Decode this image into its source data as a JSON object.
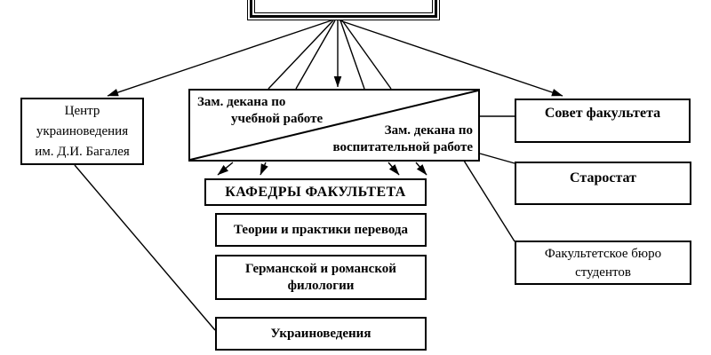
{
  "nodes": {
    "centre": {
      "lines": [
        "Центр",
        "украиноведения",
        "им. Д.И. Багалея"
      ]
    },
    "deputy_study": {
      "lines": [
        "Зам. декана по",
        "учебной работе"
      ]
    },
    "deputy_upbringing": {
      "lines": [
        "Зам. декана по",
        "воспитательной работе"
      ]
    },
    "departments_header": {
      "label": "КАФЕДРЫ ФАКУЛЬТЕТА"
    },
    "dept_translation": {
      "label": "Теории и практики перевода"
    },
    "dept_german_romance": {
      "lines": [
        "Германской и романской",
        "филологии"
      ]
    },
    "dept_ukrainian": {
      "label": "Украиноведения"
    },
    "faculty_council": {
      "label": "Совет факультета"
    },
    "starostat": {
      "label": "Старостат"
    },
    "student_bureau": {
      "lines": [
        "Факультетское бюро",
        "студентов"
      ]
    }
  },
  "colors": {
    "background": "#ffffff",
    "line": "#000000",
    "box_border": "#000000",
    "box_fill": "#ffffff",
    "text": "#000000"
  }
}
